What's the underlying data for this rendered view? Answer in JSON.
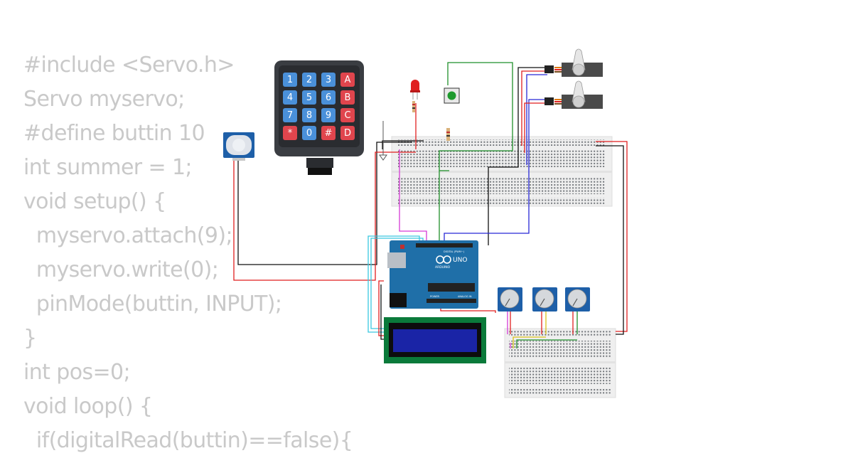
{
  "code_lines": [
    "#include <Servo.h>",
    "Servo myservo;",
    "#define buttin 10",
    "int summer = 1;",
    "void setup() {",
    "  myservo.attach(9);",
    "  myservo.write(0);",
    "  pinMode(buttin, INPUT);",
    "}",
    "int pos=0;",
    "void loop() {",
    "  if(digitalRead(buttin)==false){"
  ],
  "keypad": {
    "keys": [
      [
        "1",
        "2",
        "3",
        "A"
      ],
      [
        "4",
        "5",
        "6",
        "B"
      ],
      [
        "7",
        "8",
        "9",
        "C"
      ],
      [
        "*",
        "0",
        "#",
        "D"
      ]
    ]
  },
  "arduino": {
    "brand": "ARDUINO",
    "model": "UNO",
    "digital_label": "DIGITAL (PWM~)",
    "analog_label": "ANALOG IN",
    "power_label": "POWER"
  },
  "colors": {
    "code_text": "#c9c9c9",
    "keypad_number_key": "#4a90d9",
    "keypad_letter_key": "#e0454d",
    "arduino_board": "#1f6fa8",
    "lcd_board": "#0a7a3a",
    "lcd_screen": "#1a24a6",
    "wire_red": "#e01f1f",
    "wire_black": "#111111",
    "wire_green": "#1f8f2a",
    "wire_blue": "#2828d6",
    "wire_magenta": "#d63ad6",
    "wire_cyan": "#3ac8e0",
    "wire_yellow": "#d9c21a"
  }
}
